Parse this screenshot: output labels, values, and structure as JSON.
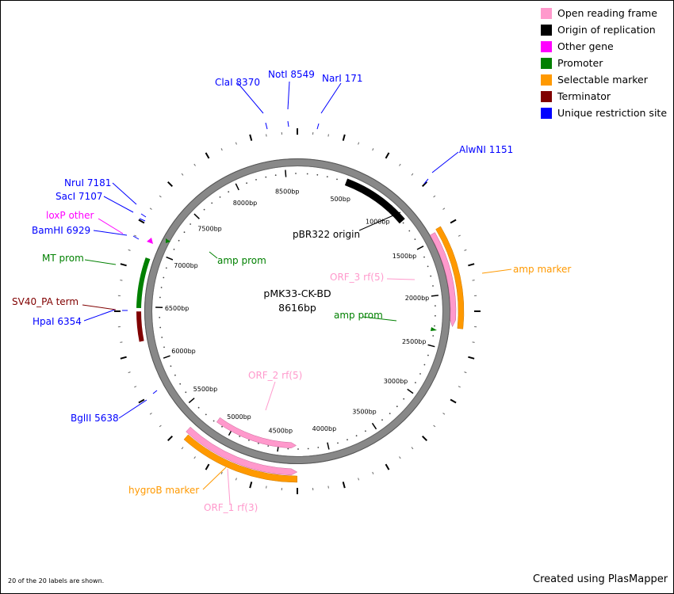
{
  "plasmid": {
    "name": "pMK33-CK-BD",
    "size_label": "8616bp",
    "length": 8616
  },
  "colors": {
    "orf": "#ff99cc",
    "origin": "#000000",
    "other_gene": "#ff00ff",
    "promoter": "#008000",
    "selectable_marker": "#ff9900",
    "terminator": "#800000",
    "restriction_site": "#0000ff"
  },
  "legend": [
    {
      "label": "Open reading frame",
      "color": "#ff99cc"
    },
    {
      "label": "Origin of replication",
      "color": "#000000"
    },
    {
      "label": "Other gene",
      "color": "#ff00ff"
    },
    {
      "label": "Promoter",
      "color": "#008000"
    },
    {
      "label": "Selectable marker",
      "color": "#ff9900"
    },
    {
      "label": "Terminator",
      "color": "#800000"
    },
    {
      "label": "Unique restriction site",
      "color": "#0000ff"
    }
  ],
  "scale_labels": [
    "500bp",
    "1000bp",
    "1500bp",
    "2000bp",
    "2500bp",
    "3000bp",
    "3500bp",
    "4000bp",
    "4500bp",
    "5000bp",
    "5500bp",
    "6000bp",
    "6500bp",
    "7000bp",
    "7500bp",
    "8000bp",
    "8500bp"
  ],
  "sites": [
    {
      "label": "NotI 8549",
      "pos": 8549
    },
    {
      "label": "ClaI 8370",
      "pos": 8370
    },
    {
      "label": "NarI 171",
      "pos": 171
    },
    {
      "label": "AlwNI 1151",
      "pos": 1151
    },
    {
      "label": "NruI 7181",
      "pos": 7181
    },
    {
      "label": "SacI 7107",
      "pos": 7107
    },
    {
      "label": "BamHI 6929",
      "pos": 6929
    },
    {
      "label": "HpaI 6354",
      "pos": 6354
    },
    {
      "label": "BglII 5638",
      "pos": 5638
    }
  ],
  "features": {
    "origin": "pBR322 origin",
    "amp_marker": "amp marker",
    "orf3": "ORF_3 rf(5)",
    "amp_prom_inner": "amp prom",
    "amp_prom_left": "amp prom",
    "orf2": "ORF_2 rf(5)",
    "hygro": "hygroB marker",
    "orf1": "ORF_1 rf(3)",
    "loxp": "loxP other",
    "mt_prom": "MT prom",
    "sv40": "SV40_PA term"
  },
  "footer_note": "20 of the 20 labels are shown.",
  "credit": "Created using PlasMapper"
}
